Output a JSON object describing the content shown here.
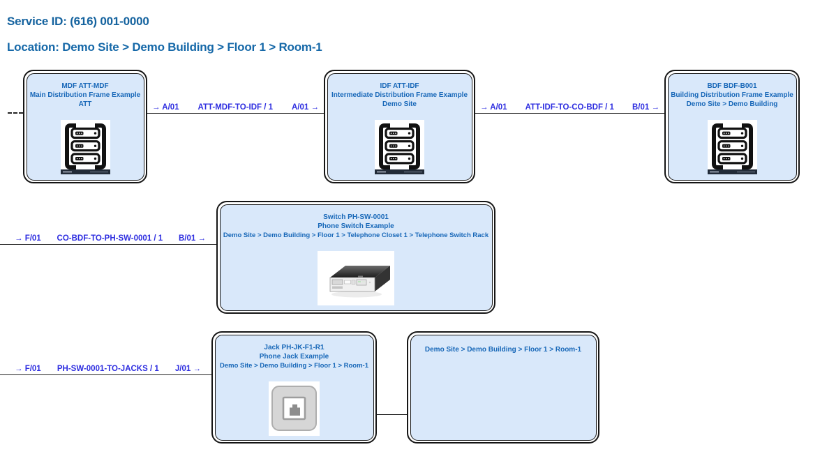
{
  "page": {
    "service_id": "Service ID: (616) 001-0000",
    "location": "Location: Demo Site > Demo Building > Floor 1 > Room-1"
  },
  "colors": {
    "header_text": "#15639F",
    "node_text": "#1767B8",
    "link_text": "#2E2EE0",
    "node_fill": "#D9E8FA",
    "node_border": "#151515"
  },
  "nodes": {
    "mdf": {
      "name": "MDF ATT-MDF",
      "desc": "Main Distribution Frame Example",
      "loc": "ATT",
      "icon": "rack-icon"
    },
    "idf": {
      "name": "IDF ATT-IDF",
      "desc": "Intermediate Distribution Frame Example",
      "loc": "Demo Site",
      "icon": "rack-icon"
    },
    "bdf": {
      "name": "BDF BDF-B001",
      "desc": "Building Distribution Frame Example",
      "loc": "Demo Site > Demo Building",
      "icon": "rack-icon"
    },
    "switch": {
      "name": "Switch PH-SW-0001",
      "desc": "Phone Switch Example",
      "loc": "Demo Site > Demo Building > Floor 1 > Telephone Closet 1 > Telephone Switch Rack",
      "icon": "switch-icon"
    },
    "jack": {
      "name": "Jack PH-JK-F1-R1",
      "desc": "Phone Jack Example",
      "loc": "Demo Site > Demo Building > Floor 1 > Room-1",
      "icon": "jack-icon"
    },
    "room": {
      "name": "Demo Site > Demo Building > Floor 1 > Room-1"
    }
  },
  "links": {
    "mdf_idf": {
      "left": "→ A/01",
      "name": "ATT-MDF-TO-IDF / 1",
      "right": "A/01 →"
    },
    "idf_bdf": {
      "left": "→ A/01",
      "name": "ATT-IDF-TO-CO-BDF / 1",
      "right": "B/01 →"
    },
    "bdf_sw": {
      "left": "→ F/01",
      "name": "CO-BDF-TO-PH-SW-0001 / 1",
      "right": "B/01 →"
    },
    "sw_jack": {
      "left": "→ F/01",
      "name": "PH-SW-0001-TO-JACKS / 1",
      "right": "J/01 →"
    }
  }
}
